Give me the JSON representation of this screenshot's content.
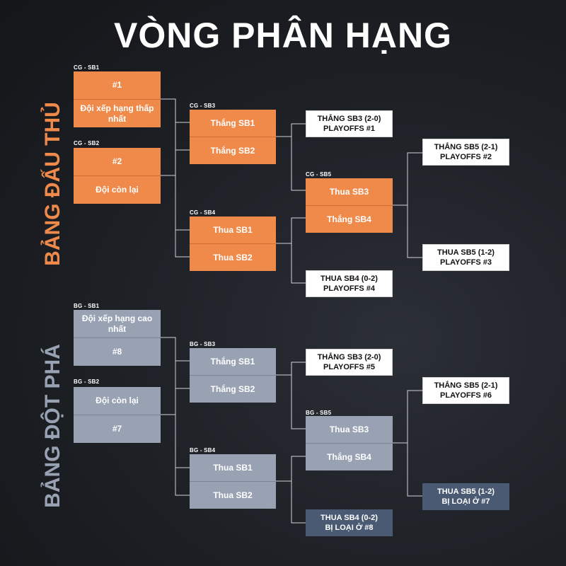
{
  "title": "VÒNG PHÂN HẠNG",
  "groups": {
    "cg": {
      "label": "BẢNG ĐẤU THỦ",
      "color": "#f08a4b"
    },
    "bg": {
      "label": "BẢNG ĐỘT PHÁ",
      "color": "#98a2b3"
    }
  },
  "cg": {
    "sb1": {
      "label": "CG - SB1",
      "top": "#1",
      "bottom": "Đội xếp hạng thấp nhất"
    },
    "sb2": {
      "label": "CG - SB2",
      "top": "#2",
      "bottom": "Đội còn lại"
    },
    "sb3": {
      "label": "CG - SB3",
      "top": "Thắng SB1",
      "bottom": "Thắng SB2"
    },
    "sb4": {
      "label": "CG - SB4",
      "top": "Thua SB1",
      "bottom": "Thua SB2"
    },
    "sb5": {
      "label": "CG - SB5",
      "top": "Thua SB3",
      "bottom": "Thắng SB4"
    },
    "out1": {
      "line1": "THẮNG SB3 (2-0)",
      "line2": "PLAYOFFS #1"
    },
    "out2": {
      "line1": "THẮNG SB5 (2-1)",
      "line2": "PLAYOFFS #2"
    },
    "out3": {
      "line1": "THUA SB5 (1-2)",
      "line2": "PLAYOFFS #3"
    },
    "out4": {
      "line1": "THUA SB4 (0-2)",
      "line2": "PLAYOFFS #4"
    }
  },
  "bg": {
    "sb1": {
      "label": "BG - SB1",
      "top": "Đội xếp hạng cao nhất",
      "bottom": "#8"
    },
    "sb2": {
      "label": "BG - SB2",
      "top": "Đội còn lại",
      "bottom": "#7"
    },
    "sb3": {
      "label": "BG - SB3",
      "top": "Thắng SB1",
      "bottom": "Thắng SB2"
    },
    "sb4": {
      "label": "BG - SB4",
      "top": "Thua SB1",
      "bottom": "Thua SB2"
    },
    "sb5": {
      "label": "BG - SB5",
      "top": "Thua SB3",
      "bottom": "Thắng SB4"
    },
    "out1": {
      "line1": "THẮNG SB3 (2-0)",
      "line2": "PLAYOFFS #5"
    },
    "out2": {
      "line1": "THẮNG SB5 (2-1)",
      "line2": "PLAYOFFS #6"
    },
    "out3": {
      "line1": "THUA SB5 (1-2)",
      "line2": "BỊ LOẠI Ở #7"
    },
    "out4": {
      "line1": "THUA SB4 (0-2)",
      "line2": "BỊ LOẠI Ở #8"
    }
  }
}
